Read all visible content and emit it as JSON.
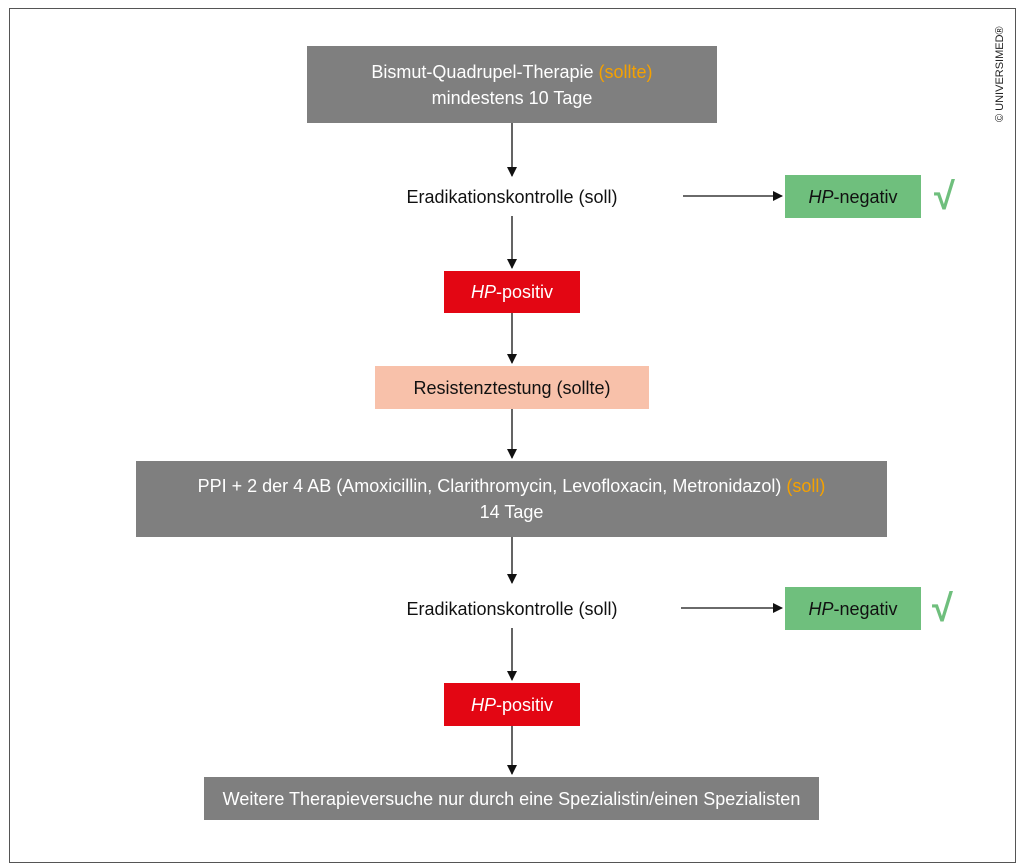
{
  "nodes": {
    "bismut": {
      "main": "Bismut-Quadrupel-Therapie",
      "qualifier": "(sollte)",
      "duration": "mindestens 10 Tage"
    },
    "control_1": {
      "label": "Eradikationskontrolle (soll)"
    },
    "negative_1": {
      "prefix": "HP",
      "suffix": "-negativ"
    },
    "positive_1": {
      "prefix": "HP",
      "suffix": "-positiv"
    },
    "resistance": {
      "label": "Resistenztestung (sollte)"
    },
    "ppi": {
      "main": "PPI + 2 der 4 AB (Amoxicillin, Clarithromycin, Levofloxacin, Metronidazol)",
      "qualifier": "(soll)",
      "duration": "14 Tage"
    },
    "control_2": {
      "label": "Eradikationskontrolle (soll)"
    },
    "negative_2": {
      "prefix": "HP",
      "suffix": "-negativ"
    },
    "positive_2": {
      "prefix": "HP",
      "suffix": "-positiv"
    },
    "specialist": {
      "label": "Weitere Therapieversuche nur durch eine Spezialistin/einen Spezialisten"
    }
  },
  "check_mark": "√",
  "copyright": "© UNIVERSIMED®",
  "colors": {
    "therapy_box": "#7f7f7f",
    "positive_box": "#e30613",
    "negative_box": "#6fbf7d",
    "resistance_box": "#f8c1aa",
    "qualifier_text": "#f5a100"
  }
}
